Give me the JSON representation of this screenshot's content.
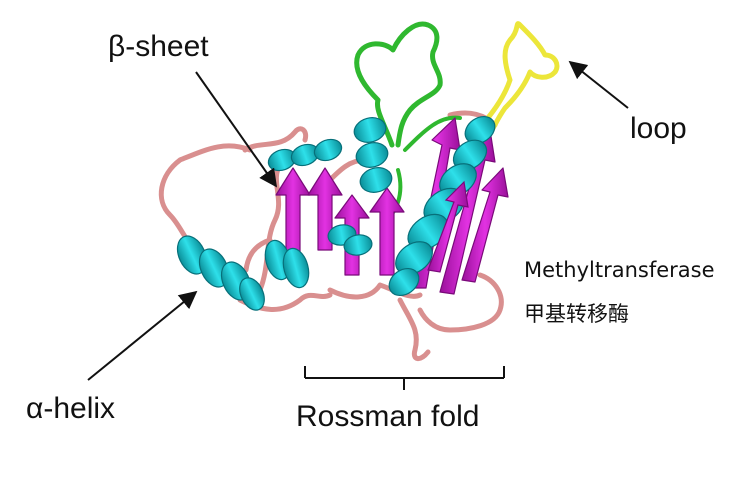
{
  "labels": {
    "beta_sheet": "β-sheet",
    "loop": "loop",
    "alpha_helix": "α-helix",
    "enzyme_en": "Methyltransferase",
    "enzyme_zh": "甲基转移酶",
    "fold": "Rossman fold"
  },
  "colors": {
    "helix": "#14c8d2",
    "helix_dark": "#0a8e98",
    "strand": "#d61fd6",
    "strand_dark": "#8e0c8e",
    "coil": "#d98f8f",
    "coil_dark": "#a86060",
    "green_loop": "#2fb82f",
    "yellow_loop": "#ece63a",
    "arrow": "#111111"
  }
}
